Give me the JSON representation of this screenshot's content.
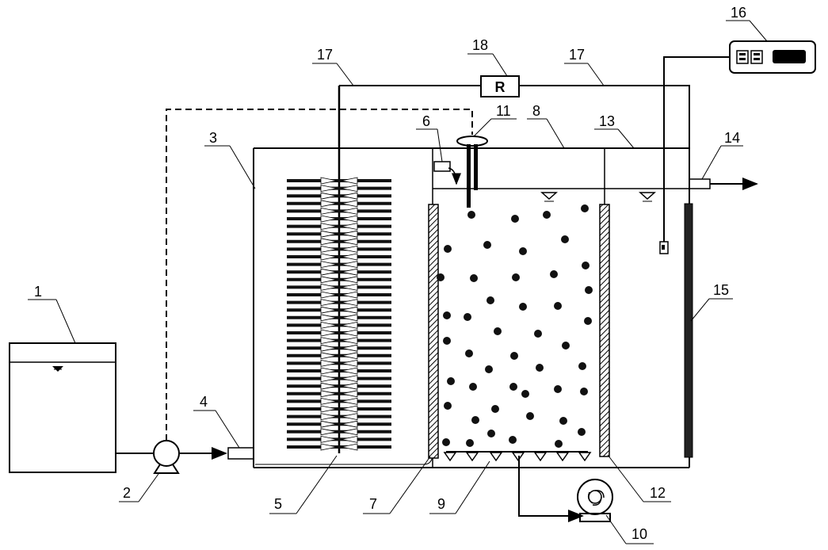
{
  "labels": {
    "l1": "1",
    "l2": "2",
    "l3": "3",
    "l4": "4",
    "l5": "5",
    "l6": "6",
    "l7": "7",
    "l8": "8",
    "l9": "9",
    "l10": "10",
    "l11": "11",
    "l12": "12",
    "l13": "13",
    "l14": "14",
    "l15": "15",
    "l16": "16",
    "l17a": "17",
    "l17b": "17",
    "l18": "18"
  },
  "resistor_symbol": "R",
  "colors": {
    "line": "#000000",
    "background": "#ffffff",
    "hatch": "#000000"
  }
}
